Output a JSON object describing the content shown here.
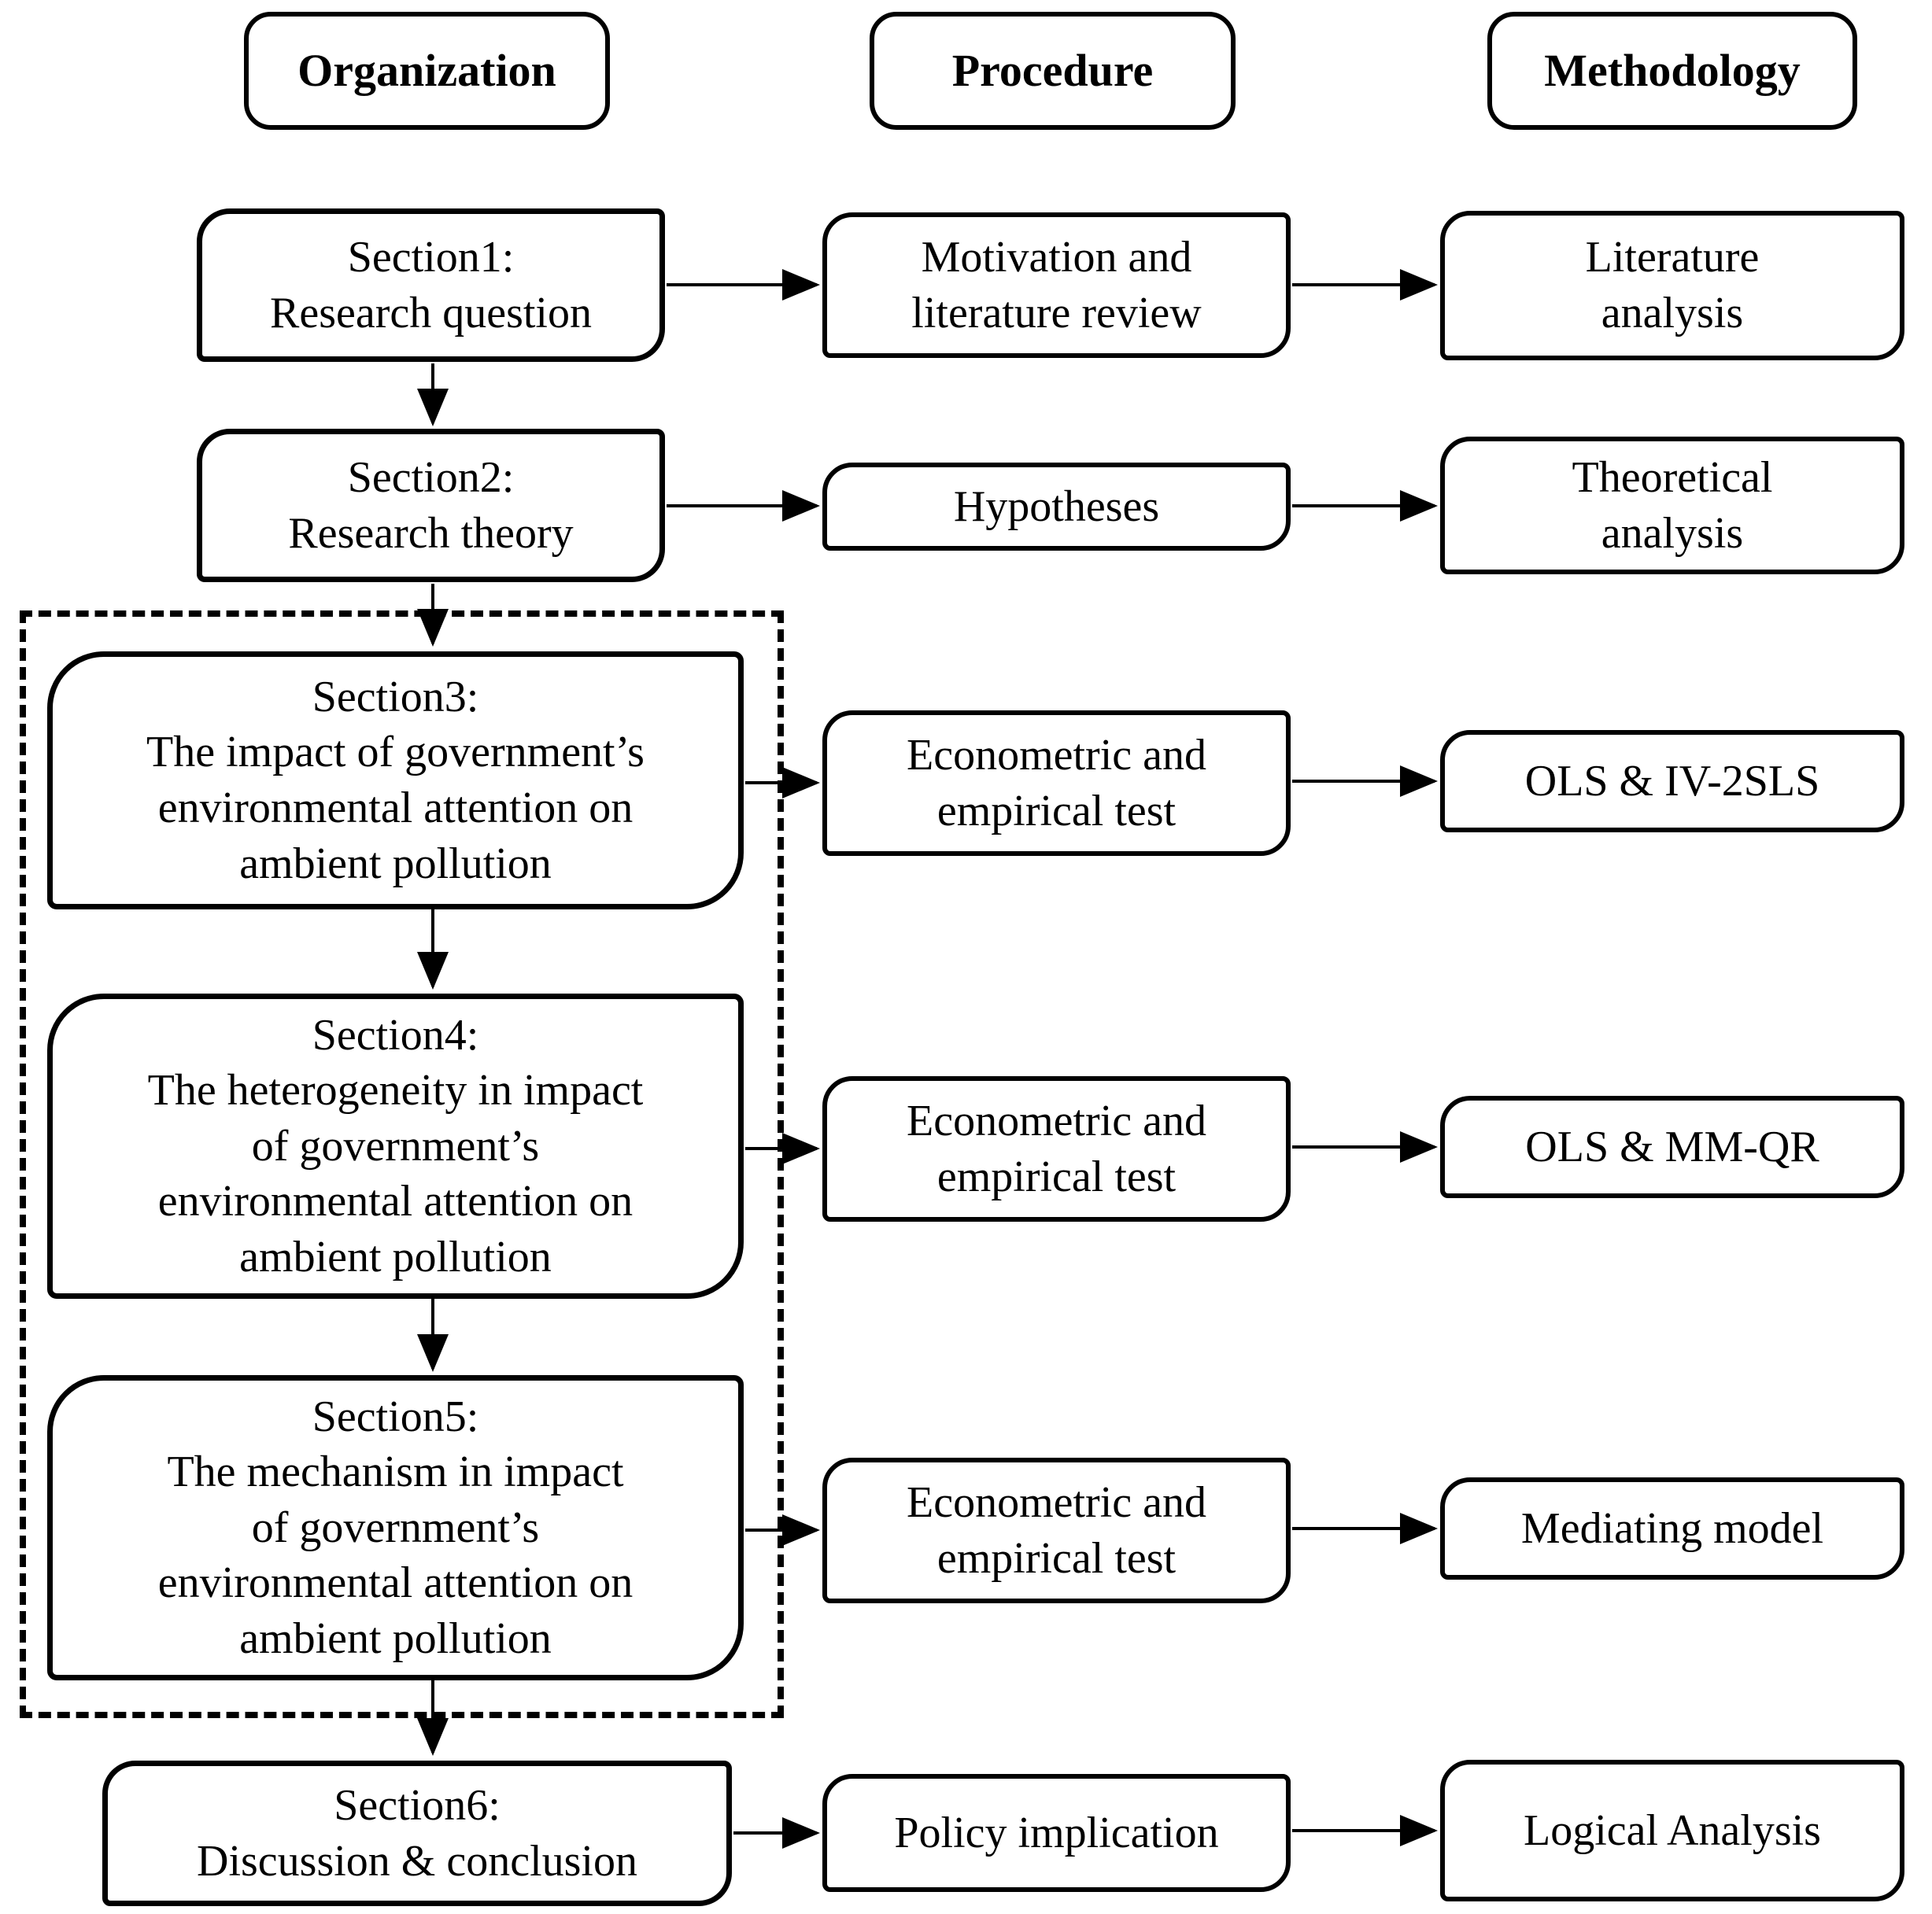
{
  "headers": [
    "Organization",
    "Procedure",
    "Methodology"
  ],
  "rows": [
    {
      "section": "Section1:\nResearch question",
      "procedure": "Motivation and\nliterature review",
      "methodology": "Literature\nanalysis"
    },
    {
      "section": "Section2:\nResearch theory",
      "procedure": "Hypotheses",
      "methodology": "Theoretical\nanalysis"
    },
    {
      "section": "Section3:\nThe impact of government’s\nenvironmental attention on\nambient pollution",
      "procedure": "Econometric and\nempirical test",
      "methodology": "OLS & IV-2SLS"
    },
    {
      "section": "Section4:\nThe heterogeneity in impact\nof government’s\nenvironmental attention on\nambient pollution",
      "procedure": "Econometric and\nempirical test",
      "methodology": "OLS & MM-QR"
    },
    {
      "section": "Section5:\nThe mechanism in impact\nof government’s\nenvironmental attention on\nambient pollution",
      "procedure": "Econometric and\nempirical test",
      "methodology": "Mediating model"
    },
    {
      "section": "Section6:\nDiscussion & conclusion",
      "procedure": "Policy implication",
      "methodology": "Logical Analysis"
    }
  ],
  "colors": {
    "line": "#000000",
    "background": "#ffffff",
    "box_fill": "#ffffff"
  }
}
